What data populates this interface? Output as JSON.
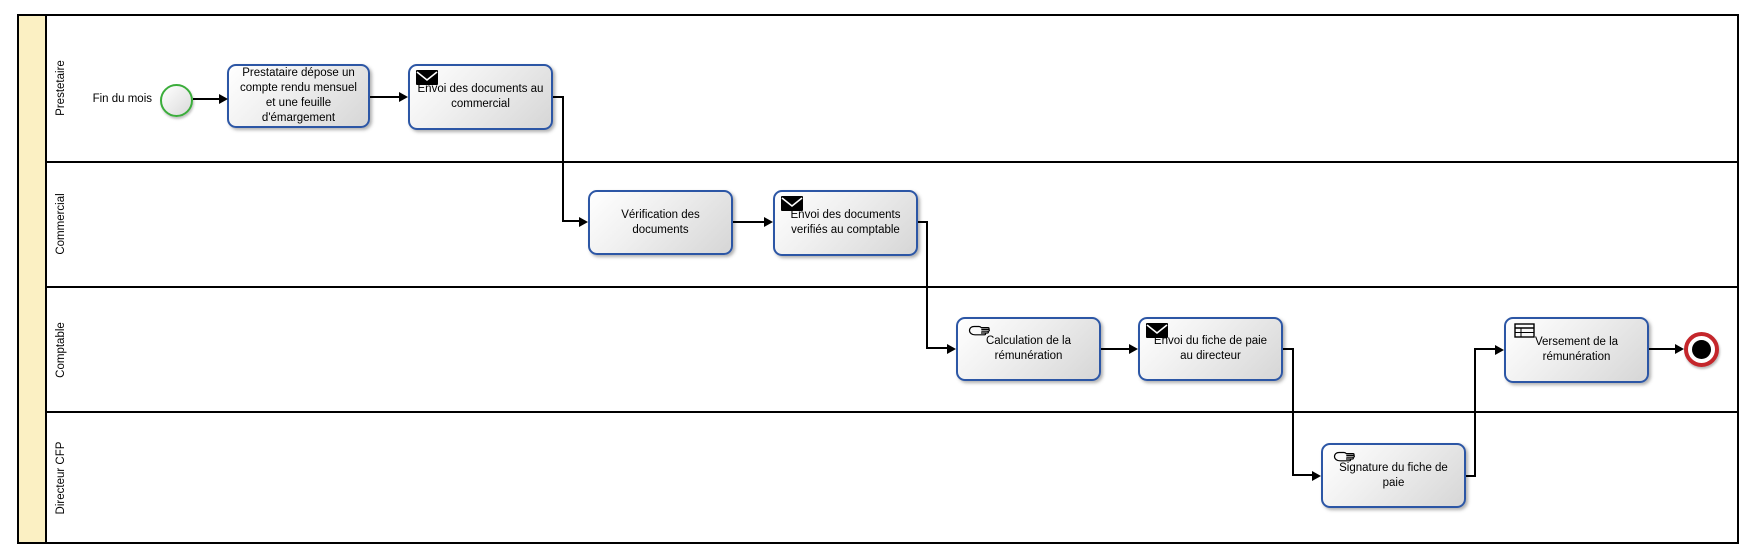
{
  "diagram": {
    "type": "bpmn-swimlane-process",
    "pool": {
      "lanes": [
        {
          "label": "Prestetaire"
        },
        {
          "label": "Commercial"
        },
        {
          "label": "Comptable"
        },
        {
          "label": "Directeur CFP"
        }
      ]
    },
    "start_event": {
      "label": "Fin du mois",
      "shape": "circle",
      "border_color": "#3BAD3B"
    },
    "end_event": {
      "shape": "circle",
      "border_color": "#C4262B",
      "fill": "#000000"
    },
    "tasks": [
      {
        "id": "task-depot",
        "lane": "Prestetaire",
        "icon": "none",
        "label": "Prestataire dépose un compte rendu mensuel et une feuille d'émargement"
      },
      {
        "id": "task-envoi-commercial",
        "lane": "Prestetaire",
        "icon": "message-icon",
        "label": "Envoi des documents au commercial"
      },
      {
        "id": "task-verification",
        "lane": "Commercial",
        "icon": "none",
        "label": "Vérification des documents"
      },
      {
        "id": "task-envoi-comptable",
        "lane": "Commercial",
        "icon": "message-icon",
        "label": "Envoi des documents verifiés au comptable"
      },
      {
        "id": "task-calculation",
        "lane": "Comptable",
        "icon": "manual-hand-icon",
        "label": "Calculation de la rémunération"
      },
      {
        "id": "task-envoi-directeur",
        "lane": "Comptable",
        "icon": "message-icon",
        "label": "Envoi du fiche de paie au directeur"
      },
      {
        "id": "task-signature",
        "lane": "Directeur CFP",
        "icon": "manual-hand-icon",
        "label": "Signature du fiche de paie"
      },
      {
        "id": "task-versement",
        "lane": "Comptable",
        "icon": "business-rule-icon",
        "label": "Versement de la rémunération"
      }
    ],
    "flows": [
      {
        "from": "start",
        "to": "task-depot"
      },
      {
        "from": "task-depot",
        "to": "task-envoi-commercial"
      },
      {
        "from": "task-envoi-commercial",
        "to": "task-verification"
      },
      {
        "from": "task-verification",
        "to": "task-envoi-comptable"
      },
      {
        "from": "task-envoi-comptable",
        "to": "task-calculation"
      },
      {
        "from": "task-calculation",
        "to": "task-envoi-directeur"
      },
      {
        "from": "task-envoi-directeur",
        "to": "task-signature"
      },
      {
        "from": "task-signature",
        "to": "task-versement"
      },
      {
        "from": "task-versement",
        "to": "end"
      }
    ],
    "colors": {
      "pool_header": "#FBF0C3",
      "task_border": "#2C56A5",
      "task_fill_gradient": [
        "#ffffff",
        "#d6d6d6"
      ],
      "start_border": "#3BAD3B",
      "end_border": "#C4262B",
      "line": "#000000"
    }
  }
}
